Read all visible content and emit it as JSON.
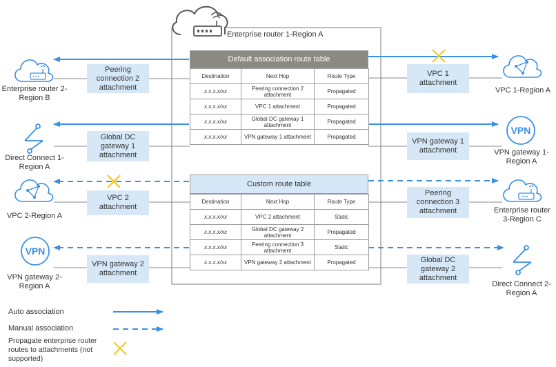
{
  "router": {
    "label": "Enterprise router 1-Region A"
  },
  "tables": {
    "default": {
      "title": "Default association route table",
      "headers": [
        "Destination",
        "Next Hop",
        "Route Type"
      ],
      "rows": [
        [
          "x.x.x.x/xx",
          "Peering connection 2 attachment",
          "Propagated"
        ],
        [
          "x.x.x.x/xx",
          "VPC 1 attachment",
          "Propagated"
        ],
        [
          "x.x.x.x/xx",
          "Global DC gateway 1 attachment",
          "Propagated"
        ],
        [
          "x.x.x.x/xx",
          "VPN gateway 1 attachment",
          "Propagated"
        ]
      ]
    },
    "custom": {
      "title": "Custom route table",
      "headers": [
        "Destination",
        "Next Hop",
        "Route Type"
      ],
      "rows": [
        [
          "x.x.x.x/xx",
          "VPC 2 attachment",
          "Static"
        ],
        [
          "x.x.x.x/xx",
          "Global DC gateway 2 attachment",
          "Propagated"
        ],
        [
          "x.x.x.x/xx",
          "Peering connection 3 attachment",
          "Static"
        ],
        [
          "x.x.x.x/xx",
          "VPN gateway 2 attachment",
          "Propagated"
        ]
      ]
    }
  },
  "attachments": {
    "peering2": "Peering connection 2 attachment",
    "globaldc1": "Global DC gateway 1 attachment",
    "vpc2": "VPC 2 attachment",
    "vpngw2": "VPN gateway 2 attachment",
    "vpc1": "VPC 1 attachment",
    "vpngw1": "VPN gateway 1 attachment",
    "peering3": "Peering connection 3 attachment",
    "globaldc2": "Global DC gateway 2 attachment"
  },
  "nodes": {
    "er2": "Enterprise router 2-Region B",
    "dc1": "Direct Connect 1-Region A",
    "vpc2": "VPC 2-Region A",
    "vpngw2": "VPN gateway 2-Region A",
    "vpc1": "VPC 1-Region A",
    "vpngw1": "VPN gateway 1-Region A",
    "er3": "Enterprise router 3-Region C",
    "dc2": "Direct Connect 2-Region A"
  },
  "icons": {
    "vpn": "VPN"
  },
  "legend": {
    "auto": "Auto association",
    "manual": "Manual association",
    "propagate": "Propagate enterprise router routes to attachments (not supported)"
  },
  "colors": {
    "arrow": "#3a8fe6",
    "cross": "#f5c518",
    "attachment_bg": "#d6e8f7",
    "default_header": "#8a8a82",
    "custom_header": "#d6e8f7"
  }
}
